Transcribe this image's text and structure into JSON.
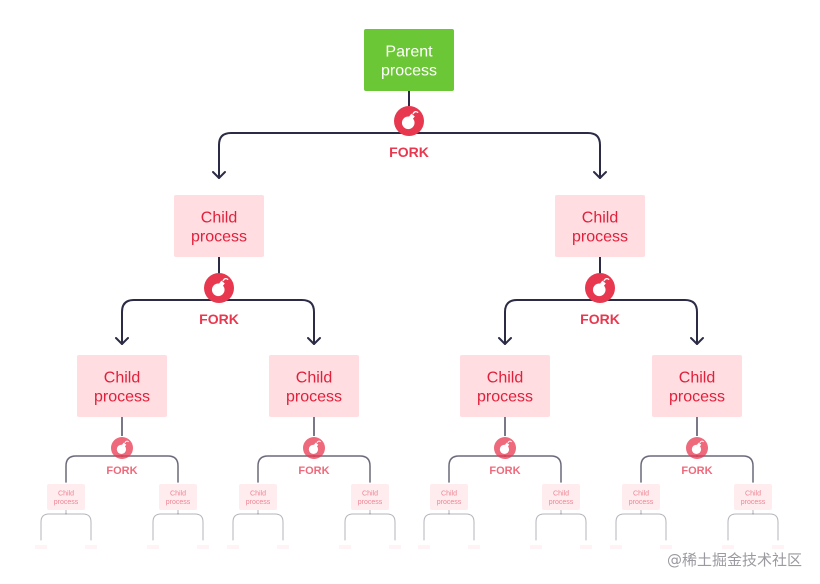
{
  "parent": {
    "line1": "Parent",
    "line2": "process"
  },
  "child": {
    "line1": "Child",
    "line2": "process"
  },
  "fork_label": "FORK",
  "watermark": "@稀土掘金技术社区",
  "colors": {
    "parent_fill": "#6cc736",
    "parent_text": "#ffffff",
    "child_fill": "#ffdde1",
    "child_text": "#e0203c",
    "fork_fill": "#e8384f",
    "fork_text": "#e8384f",
    "connector": "#2b2b45",
    "background": "#ffffff"
  },
  "icons": {
    "fork": "bomb-icon"
  }
}
